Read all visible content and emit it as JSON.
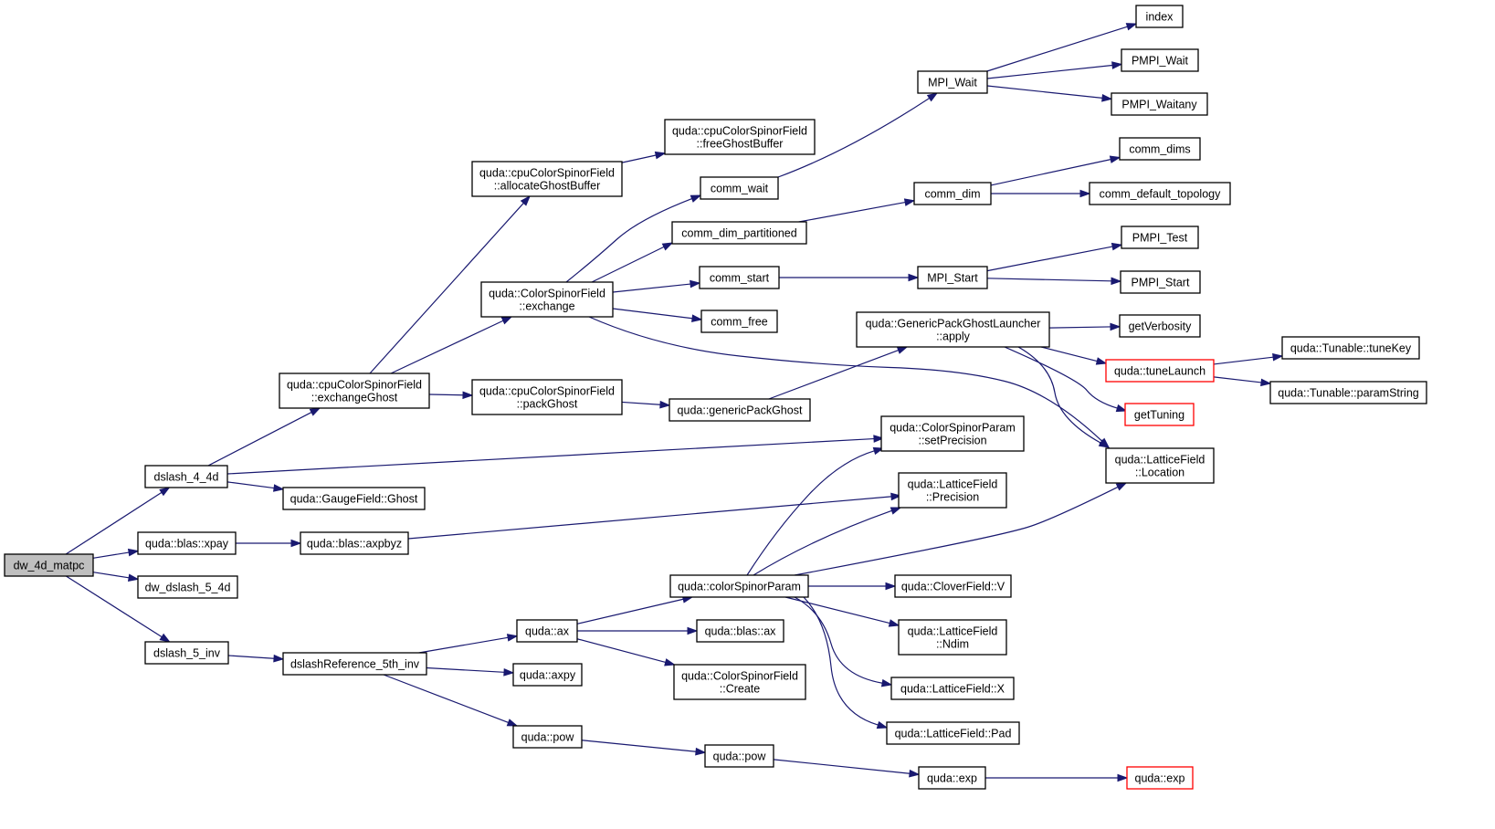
{
  "diagram": {
    "type": "call-graph",
    "colors": {
      "edge": "#191970",
      "root_fill": "#bfbfbf",
      "truncated_border": "#ff0000",
      "node_border": "#000000"
    },
    "nodes": [
      {
        "id": "dw_4d_matpc",
        "lines": [
          "dw_4d_matpc"
        ],
        "style": "root"
      },
      {
        "id": "dslash_4_4d",
        "lines": [
          "dslash_4_4d"
        ]
      },
      {
        "id": "blas_xpay",
        "lines": [
          "quda::blas::xpay"
        ]
      },
      {
        "id": "dw_dslash_5_4d",
        "lines": [
          "dw_dslash_5_4d"
        ]
      },
      {
        "id": "dslash_5_inv",
        "lines": [
          "dslash_5_inv"
        ]
      },
      {
        "id": "exchangeGhost",
        "lines": [
          "quda::cpuColorSpinorField",
          "::exchangeGhost"
        ]
      },
      {
        "id": "gaugeGhost",
        "lines": [
          "quda::GaugeField::Ghost"
        ]
      },
      {
        "id": "axpbyz",
        "lines": [
          "quda::blas::axpbyz"
        ]
      },
      {
        "id": "dslashRef5inv",
        "lines": [
          "dslashReference_5th_inv"
        ]
      },
      {
        "id": "allocateGhostBuffer",
        "lines": [
          "quda::cpuColorSpinorField",
          "::allocateGhostBuffer"
        ]
      },
      {
        "id": "csfExchange",
        "lines": [
          "quda::ColorSpinorField",
          "::exchange"
        ]
      },
      {
        "id": "packGhost",
        "lines": [
          "quda::cpuColorSpinorField",
          "::packGhost"
        ]
      },
      {
        "id": "ax",
        "lines": [
          "quda::ax"
        ]
      },
      {
        "id": "axpy",
        "lines": [
          "quda::axpy"
        ]
      },
      {
        "id": "pow1",
        "lines": [
          "quda::pow"
        ]
      },
      {
        "id": "freeGhostBuffer",
        "lines": [
          "quda::cpuColorSpinorField",
          "::freeGhostBuffer"
        ]
      },
      {
        "id": "comm_wait",
        "lines": [
          "comm_wait"
        ]
      },
      {
        "id": "comm_dim_partitioned",
        "lines": [
          "comm_dim_partitioned"
        ]
      },
      {
        "id": "comm_start",
        "lines": [
          "comm_start"
        ]
      },
      {
        "id": "comm_free",
        "lines": [
          "comm_free"
        ]
      },
      {
        "id": "genericPackGhost",
        "lines": [
          "quda::genericPackGhost"
        ]
      },
      {
        "id": "colorSpinorParam",
        "lines": [
          "quda::colorSpinorParam"
        ]
      },
      {
        "id": "blas_ax",
        "lines": [
          "quda::blas::ax"
        ]
      },
      {
        "id": "csfCreate",
        "lines": [
          "quda::ColorSpinorField",
          "::Create"
        ]
      },
      {
        "id": "pow2",
        "lines": [
          "quda::pow"
        ]
      },
      {
        "id": "MPI_Wait",
        "lines": [
          "MPI_Wait"
        ]
      },
      {
        "id": "comm_dim",
        "lines": [
          "comm_dim"
        ]
      },
      {
        "id": "MPI_Start",
        "lines": [
          "MPI_Start"
        ]
      },
      {
        "id": "gpgLauncherApply",
        "lines": [
          "quda::GenericPackGhostLauncher",
          "::apply"
        ]
      },
      {
        "id": "setPrecision",
        "lines": [
          "quda::ColorSpinorParam",
          "::setPrecision"
        ]
      },
      {
        "id": "lfPrecision",
        "lines": [
          "quda::LatticeField",
          "::Precision"
        ]
      },
      {
        "id": "cloverV",
        "lines": [
          "quda::CloverField::V"
        ]
      },
      {
        "id": "lfNdim",
        "lines": [
          "quda::LatticeField",
          "::Ndim"
        ]
      },
      {
        "id": "lfX",
        "lines": [
          "quda::LatticeField::X"
        ]
      },
      {
        "id": "lfPad",
        "lines": [
          "quda::LatticeField::Pad"
        ]
      },
      {
        "id": "exp1",
        "lines": [
          "quda::exp"
        ]
      },
      {
        "id": "index",
        "lines": [
          "index"
        ]
      },
      {
        "id": "PMPI_Wait",
        "lines": [
          "PMPI_Wait"
        ]
      },
      {
        "id": "PMPI_Waitany",
        "lines": [
          "PMPI_Waitany"
        ]
      },
      {
        "id": "comm_dims",
        "lines": [
          "comm_dims"
        ]
      },
      {
        "id": "comm_default_topology",
        "lines": [
          "comm_default_topology"
        ]
      },
      {
        "id": "PMPI_Test",
        "lines": [
          "PMPI_Test"
        ]
      },
      {
        "id": "PMPI_Start",
        "lines": [
          "PMPI_Start"
        ]
      },
      {
        "id": "getVerbosity",
        "lines": [
          "getVerbosity"
        ]
      },
      {
        "id": "tuneLaunch",
        "lines": [
          "quda::tuneLaunch"
        ],
        "style": "truncated"
      },
      {
        "id": "getTuning",
        "lines": [
          "getTuning"
        ],
        "style": "truncated"
      },
      {
        "id": "lfLocation",
        "lines": [
          "quda::LatticeField",
          "::Location"
        ]
      },
      {
        "id": "exp2",
        "lines": [
          "quda::exp"
        ],
        "style": "truncated"
      },
      {
        "id": "tuneKey",
        "lines": [
          "quda::Tunable::tuneKey"
        ]
      },
      {
        "id": "paramString",
        "lines": [
          "quda::Tunable::paramString"
        ]
      }
    ],
    "edges": [
      {
        "from": "dw_4d_matpc",
        "to": "dslash_4_4d"
      },
      {
        "from": "dw_4d_matpc",
        "to": "blas_xpay"
      },
      {
        "from": "dw_4d_matpc",
        "to": "dw_dslash_5_4d"
      },
      {
        "from": "dw_4d_matpc",
        "to": "dslash_5_inv"
      },
      {
        "from": "dslash_4_4d",
        "to": "exchangeGhost"
      },
      {
        "from": "dslash_4_4d",
        "to": "setPrecision"
      },
      {
        "from": "dslash_4_4d",
        "to": "gaugeGhost"
      },
      {
        "from": "blas_xpay",
        "to": "axpbyz"
      },
      {
        "from": "axpbyz",
        "to": "lfPrecision"
      },
      {
        "from": "dslash_5_inv",
        "to": "dslashRef5inv"
      },
      {
        "from": "exchangeGhost",
        "to": "allocateGhostBuffer"
      },
      {
        "from": "exchangeGhost",
        "to": "csfExchange"
      },
      {
        "from": "exchangeGhost",
        "to": "packGhost"
      },
      {
        "from": "allocateGhostBuffer",
        "to": "freeGhostBuffer"
      },
      {
        "from": "csfExchange",
        "to": "comm_wait"
      },
      {
        "from": "csfExchange",
        "to": "comm_dim_partitioned"
      },
      {
        "from": "csfExchange",
        "to": "comm_start"
      },
      {
        "from": "csfExchange",
        "to": "comm_free"
      },
      {
        "from": "csfExchange",
        "to": "lfLocation"
      },
      {
        "from": "packGhost",
        "to": "genericPackGhost"
      },
      {
        "from": "genericPackGhost",
        "to": "gpgLauncherApply"
      },
      {
        "from": "comm_wait",
        "to": "MPI_Wait"
      },
      {
        "from": "comm_dim_partitioned",
        "to": "comm_dim"
      },
      {
        "from": "comm_start",
        "to": "MPI_Start"
      },
      {
        "from": "MPI_Wait",
        "to": "index"
      },
      {
        "from": "MPI_Wait",
        "to": "PMPI_Wait"
      },
      {
        "from": "MPI_Wait",
        "to": "PMPI_Waitany"
      },
      {
        "from": "comm_dim",
        "to": "comm_dims"
      },
      {
        "from": "comm_dim",
        "to": "comm_default_topology"
      },
      {
        "from": "MPI_Start",
        "to": "PMPI_Test"
      },
      {
        "from": "MPI_Start",
        "to": "PMPI_Start"
      },
      {
        "from": "gpgLauncherApply",
        "to": "getVerbosity"
      },
      {
        "from": "gpgLauncherApply",
        "to": "tuneLaunch"
      },
      {
        "from": "gpgLauncherApply",
        "to": "getTuning"
      },
      {
        "from": "gpgLauncherApply",
        "to": "lfLocation"
      },
      {
        "from": "tuneLaunch",
        "to": "tuneKey"
      },
      {
        "from": "tuneLaunch",
        "to": "paramString"
      },
      {
        "from": "dslashRef5inv",
        "to": "ax"
      },
      {
        "from": "dslashRef5inv",
        "to": "axpy"
      },
      {
        "from": "dslashRef5inv",
        "to": "pow1"
      },
      {
        "from": "ax",
        "to": "colorSpinorParam"
      },
      {
        "from": "ax",
        "to": "blas_ax"
      },
      {
        "from": "ax",
        "to": "csfCreate"
      },
      {
        "from": "pow1",
        "to": "pow2"
      },
      {
        "from": "pow2",
        "to": "exp1"
      },
      {
        "from": "exp1",
        "to": "exp2"
      },
      {
        "from": "colorSpinorParam",
        "to": "setPrecision"
      },
      {
        "from": "colorSpinorParam",
        "to": "lfPrecision"
      },
      {
        "from": "colorSpinorParam",
        "to": "lfLocation"
      },
      {
        "from": "colorSpinorParam",
        "to": "cloverV"
      },
      {
        "from": "colorSpinorParam",
        "to": "lfNdim"
      },
      {
        "from": "colorSpinorParam",
        "to": "lfX"
      },
      {
        "from": "colorSpinorParam",
        "to": "lfPad"
      }
    ]
  }
}
